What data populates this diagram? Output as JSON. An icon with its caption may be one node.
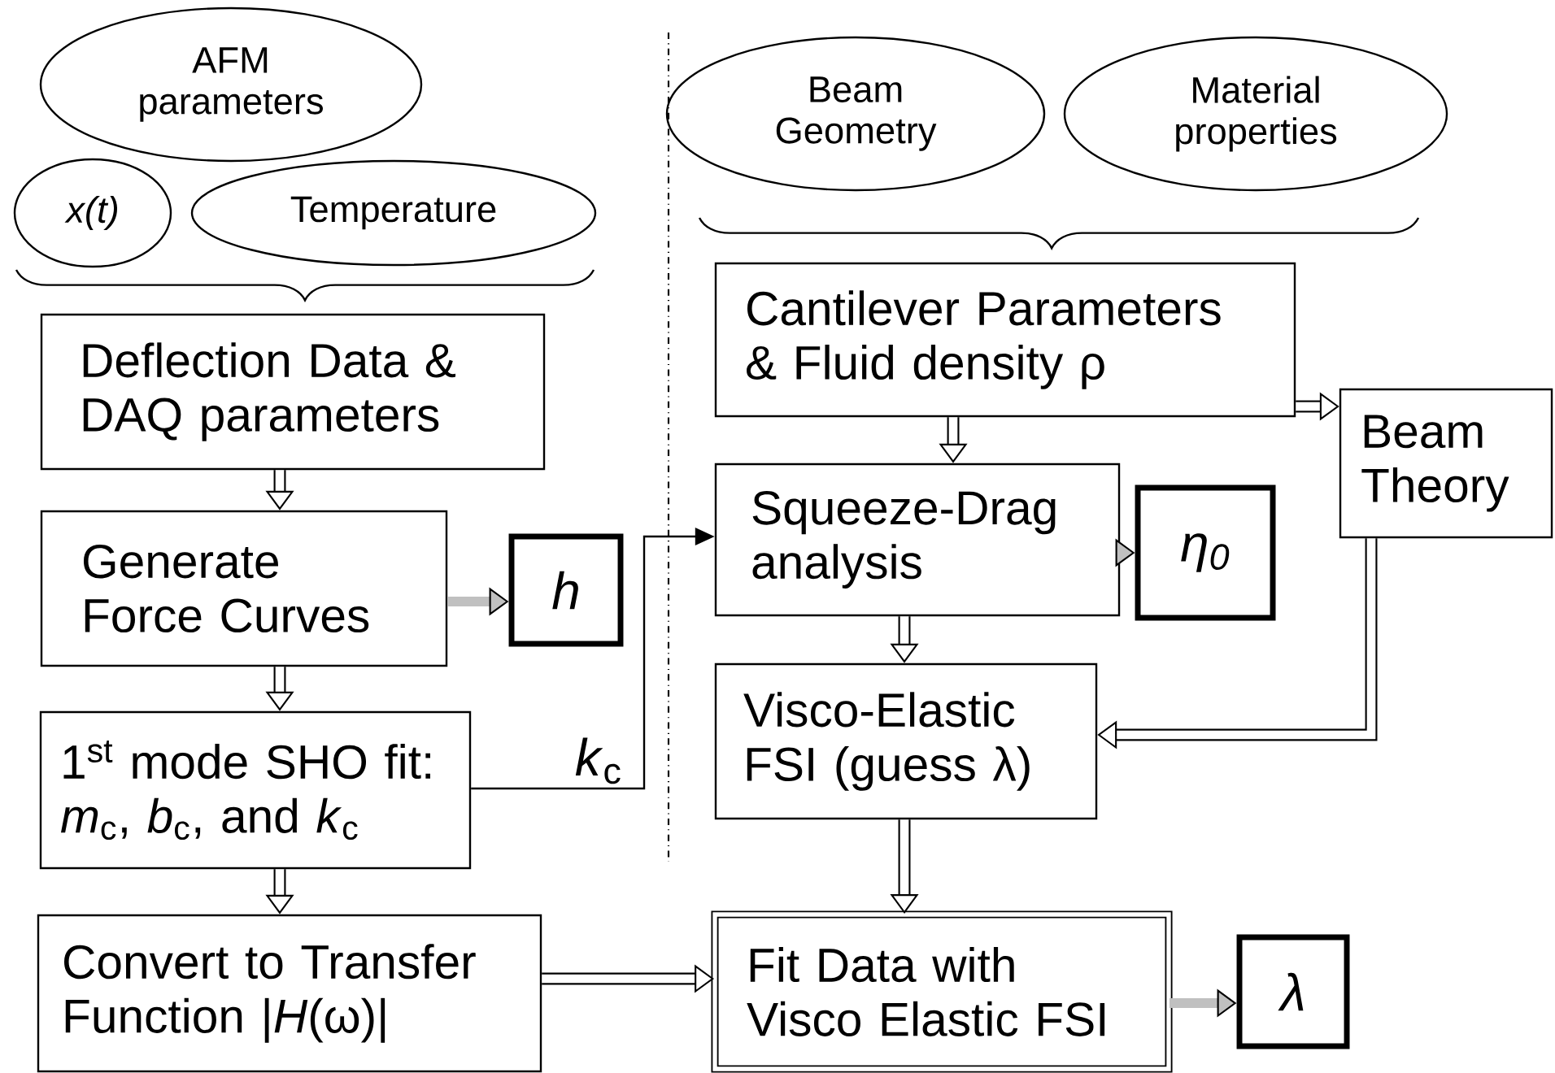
{
  "diagram": {
    "nodes": [
      {
        "text": [
          "AFM parameters"
        ]
      },
      {
        "text": [
          "x(t)"
        ]
      },
      {
        "text": [
          "Temperature"
        ]
      },
      {
        "text": [
          "Beam Geometry"
        ]
      },
      {
        "text": [
          "Material properties"
        ]
      },
      {
        "text": [
          "Deflection Data & DAQ parameters"
        ]
      },
      {
        "text": [
          "Generate Force Curves"
        ]
      },
      {
        "text": [
          "1$^{st}$ mode SHO fit: *m*$_{c}$, *b*$_{c}$, and *k*$_{c}$"
        ]
      },
      {
        "text": [
          "Convert to Transfer Function |*H*(ω)|"
        ]
      },
      {
        "text": [
          "h"
        ]
      },
      {
        "text": [
          "Cantilever Parameters & Fluid density ρ"
        ]
      },
      {
        "text": [
          "Squeeze-Drag analysis"
        ]
      },
      {
        "text": [
          "η$_{0}$"
        ]
      },
      {
        "text": [
          "Beam Theory"
        ]
      },
      {
        "text": [
          "Visco-Elastic FSI (guess λ)"
        ]
      },
      {
        "text": [
          "Fit Data with Visco Elastic FSI"
        ]
      },
      {
        "text": [
          "λ"
        ]
      }
    ],
    "edges": [
      {
        "from": 5,
        "to": 6,
        "arrow": "to"
      },
      {
        "from": 6,
        "to": 7,
        "arrow": "to"
      },
      {
        "from": 7,
        "to": 8,
        "arrow": "to"
      },
      {
        "from": 6,
        "to": 9,
        "arrow": "to",
        "color": "#c0c0c0"
      },
      {
        "from": 7,
        "to": 11,
        "arrow": "to",
        "label": "*k*$_{c}$"
      },
      {
        "from": 10,
        "to": 11,
        "arrow": "to"
      },
      {
        "from": 10,
        "to": 13,
        "arrow": "to"
      },
      {
        "from": 11,
        "to": 12,
        "arrow": "to",
        "color": "#c0c0c0"
      },
      {
        "from": 11,
        "to": 14,
        "arrow": "to"
      },
      {
        "from": 13,
        "to": 14,
        "arrow": "to"
      },
      {
        "from": 14,
        "to": 15,
        "arrow": "to"
      },
      {
        "from": 8,
        "to": 15,
        "arrow": "to"
      },
      {
        "from": 15,
        "to": 16,
        "arrow": "to",
        "color": "#c0c0c0"
      }
    ]
  }
}
